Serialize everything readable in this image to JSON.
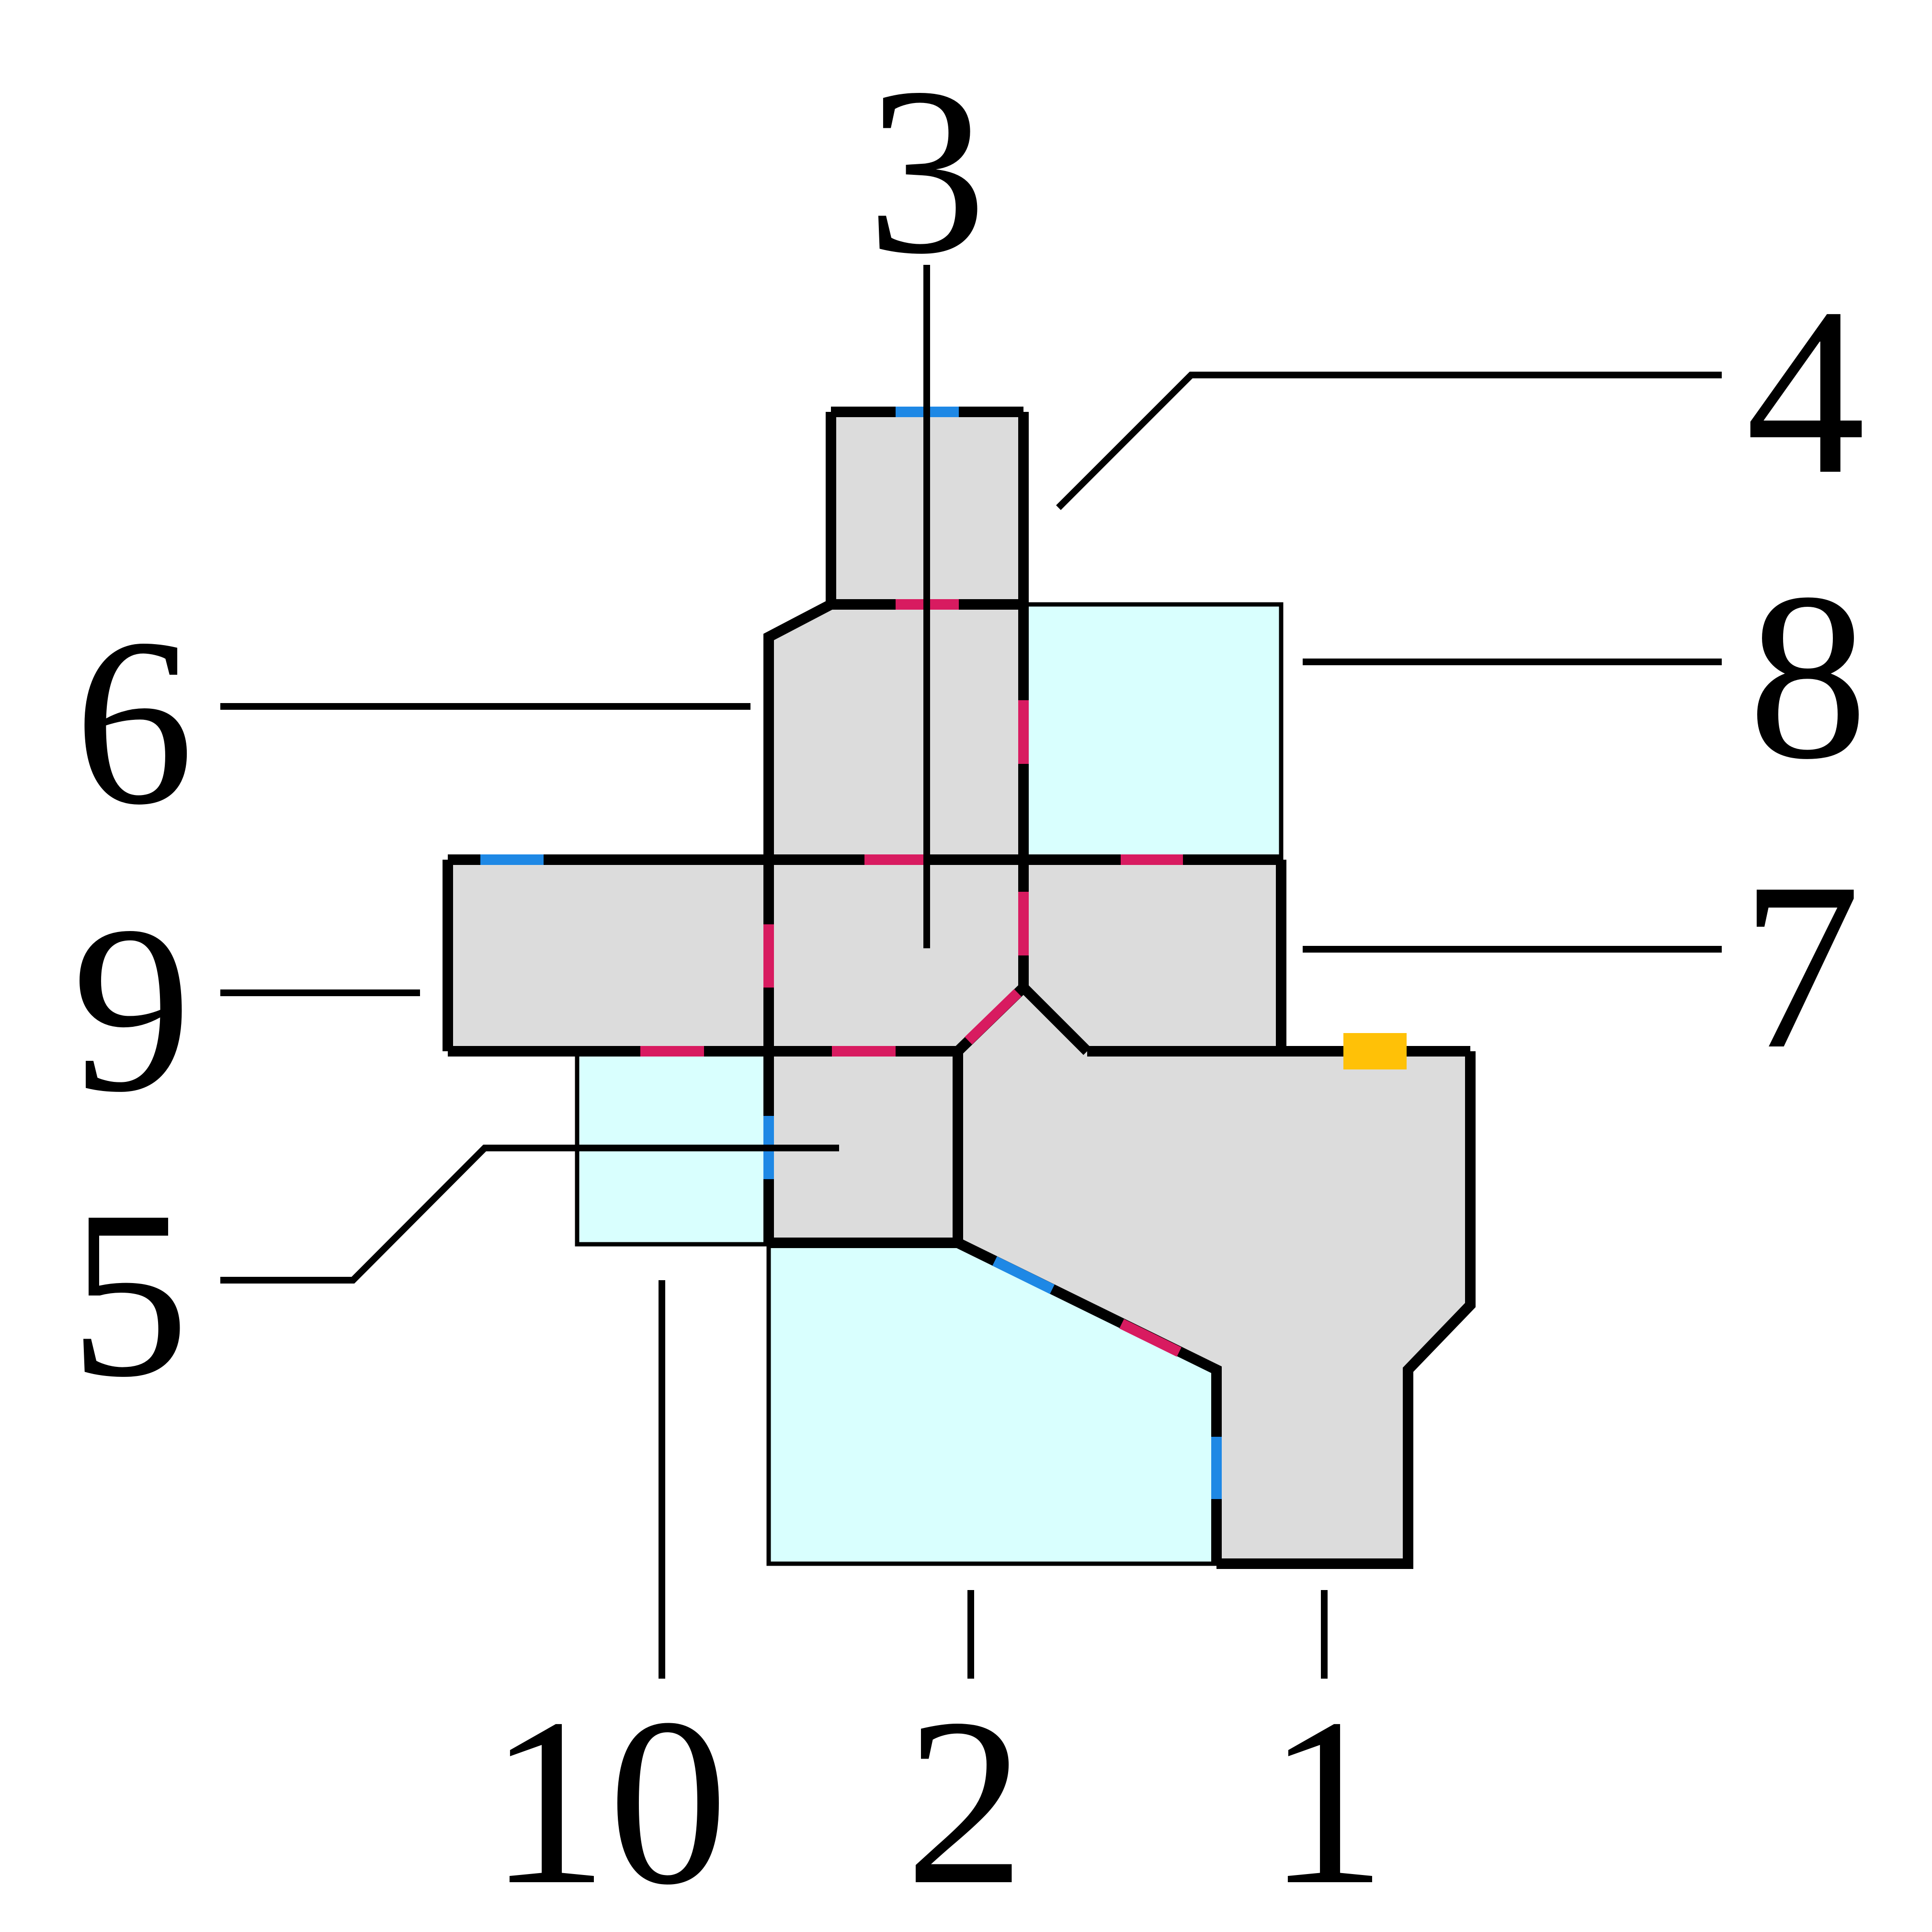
{
  "colors": {
    "room_fill": "#dcdcdc",
    "exterior_fill": "#d9fffe",
    "wall": "#000000",
    "door_blue": "#1e88e5",
    "door_red": "#d81b60",
    "marker_yellow": "#ffc107"
  },
  "callouts": {
    "n1": "1",
    "n2": "2",
    "n3": "3",
    "n4": "4",
    "n5": "5",
    "n6": "6",
    "n7": "7",
    "n8": "8",
    "n9": "9",
    "n10": "10"
  }
}
